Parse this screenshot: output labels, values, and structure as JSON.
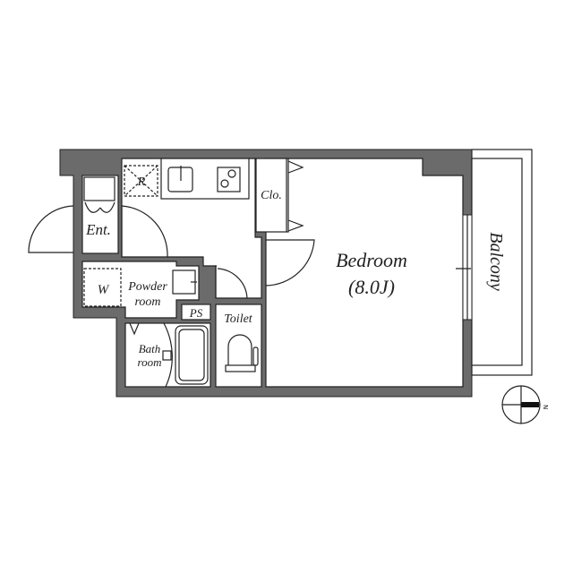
{
  "plan": {
    "wall_color": "#6b6b6b",
    "labels": {
      "refrigerator": "R",
      "closet": "Clo.",
      "entrance": "Ent.",
      "washer": "W",
      "powder_room_line1": "Powder",
      "powder_room_line2": "room",
      "pipe_space": "PS",
      "toilet": "Toilet",
      "bath_line1": "Bath",
      "bath_line2": "room",
      "bedroom": "Bedroom",
      "bedroom_size": "(8.0J)",
      "balcony": "Balcony",
      "north": "N"
    },
    "icons": [
      "sink-icon",
      "stove-icon",
      "bathtub-icon",
      "toilet-icon",
      "compass-icon"
    ]
  }
}
